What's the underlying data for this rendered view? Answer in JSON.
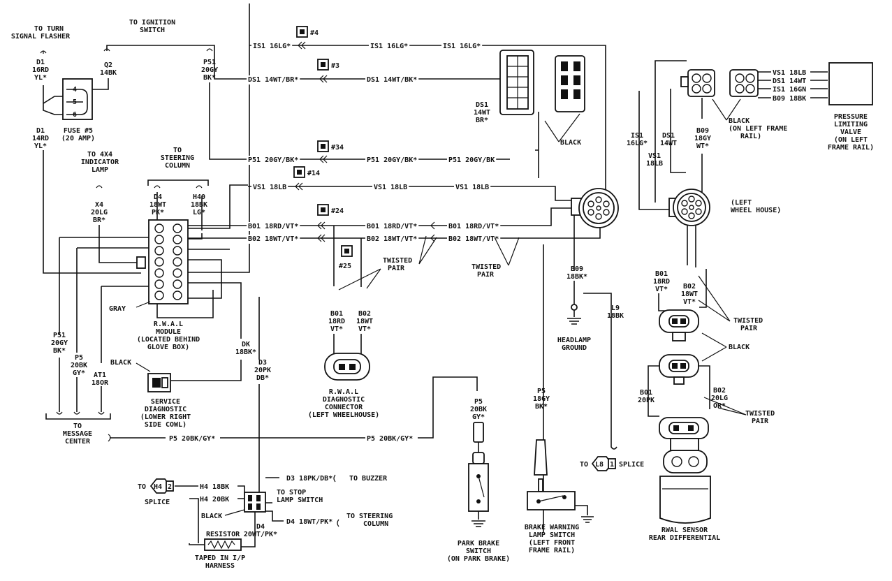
{
  "top": {
    "turn_signal": [
      "TO TURN",
      "SIGNAL FLASHER"
    ],
    "ignition": [
      "TO IGNITION",
      "SWITCH"
    ],
    "d1_top": [
      "D1",
      "16RD",
      "YL*"
    ],
    "q2": [
      "Q2",
      "14BK"
    ],
    "p51_top": [
      "P51",
      "20GY",
      "BK*"
    ],
    "fuse": [
      "FUSE #5",
      "(20 AMP)"
    ],
    "fuse_pins": [
      "4",
      "5",
      "6"
    ],
    "d1_bottom": [
      "D1",
      "14RD",
      "YL*"
    ],
    "indicator": [
      "TO 4X4",
      "INDICATOR",
      "LAMP"
    ],
    "steering_col": [
      "TO",
      "STEERING",
      "COLUMN"
    ],
    "x4": [
      "X4",
      "20LG",
      "BR*"
    ],
    "d4_top": [
      "D4",
      "18WT",
      "PK*"
    ],
    "h40": [
      "H40",
      "18BK",
      "LG*"
    ]
  },
  "center": {
    "w_is1_a": "IS1 16LG*",
    "w_is1_b": "IS1 16LG*",
    "w_is1_c": "IS1 16LG*",
    "c4": "#4",
    "w_ds1_a": "DS1 14WT/BR*",
    "w_ds1_b": "DS1 14WT/BK*",
    "c3": "#3",
    "ds1_drop": [
      "DS1",
      "14WT",
      "BR*"
    ],
    "black_conn": "BLACK",
    "w_p51_a": "P51 20GY/BK*",
    "w_p51_b": "P51 20GY/BK*",
    "w_p51_c": "P51 20GY/BK",
    "c34": "#34",
    "c14": "#14",
    "w_vs1_a": "VS1 18LB",
    "w_vs1_b": "VS1 18LB",
    "w_vs1_c": "VS1 18LB",
    "c24": "#24",
    "w_b01_a": "B01 18RD/VT*",
    "w_b01_b": "B01 18RD/VT*",
    "w_b01_c": "B01 18RD/VT*",
    "w_b02_a": "B02 18WT/VT*",
    "w_b02_b": "B02 18WT/VT*",
    "w_b02_c": "B02 18WT/VT*",
    "c25": "#25",
    "twisted_a": [
      "TWISTED",
      "PAIR"
    ],
    "twisted_b": [
      "TWISTED",
      "PAIR"
    ],
    "b01_diag": [
      "B01",
      "18RD",
      "VT*"
    ],
    "b02_diag": [
      "B02",
      "18WT",
      "VT*"
    ],
    "rwal_diag": [
      "R.W.A.L",
      "DIAGNOSTIC",
      "CONNECTOR",
      "(LEFT WHEELHOUSE)"
    ],
    "b09": [
      "B09",
      "18BK*"
    ],
    "l9": [
      "L9",
      "18BK"
    ],
    "headlamp": [
      "HEADLAMP",
      "GROUND"
    ]
  },
  "left": {
    "gray": "GRAY",
    "rwal_module": [
      "R.W.A.L",
      "MODULE",
      "(LOCATED BEHIND",
      "GLOVE BOX)"
    ],
    "dk": [
      "DK",
      "18BK*"
    ],
    "black_service": "BLACK",
    "service": [
      "SERVICE",
      "DIAGNOSTIC",
      "(LOWER RIGHT",
      "SIDE COWL)"
    ],
    "d3": [
      "D3",
      "20PK",
      "DB*"
    ],
    "p51_left": [
      "P51",
      "20GY",
      "BK*"
    ],
    "p5_left": [
      "P5",
      "20BK",
      "GY*"
    ],
    "at1": [
      "AT1",
      "18OR"
    ],
    "message": [
      "TO",
      "MESSAGE",
      "CENTER"
    ],
    "w_p5_a": "P5 20BK/GY*",
    "w_p5_b": "P5 20BK/GY*"
  },
  "bottom": {
    "d3_buzzer": "D3 18PK/DB*",
    "to_buzzer": "TO BUZZER",
    "to_label": "TO",
    "h4_tag": "H4",
    "h4_num": "2",
    "h4_18bk": "H4 18BK",
    "splice_left": "SPLICE",
    "h4_20bk": "H4 20BK",
    "stop_lamp": [
      "TO STOP",
      "LAMP SWITCH"
    ],
    "black_stop": "BLACK",
    "d4_steering": "D4 18WT/PK*",
    "to_steering": [
      "TO STEERING",
      "COLUMN"
    ],
    "d4_bottom": [
      "D4",
      "20WT/PK*"
    ],
    "resistor": "RESISTOR",
    "taped": [
      "TAPED IN I/P",
      "HARNESS"
    ],
    "p5_park": [
      "P5",
      "20BK",
      "GY*"
    ],
    "park_brake": [
      "PARK BRAKE",
      "SWITCH",
      "(ON PARK BRAKE)"
    ],
    "p5_warn": [
      "P5",
      "18GY",
      "BK*"
    ],
    "brake_warn": [
      "BRAKE WARNING",
      "LAMP SWITCH",
      "(LEFT FRONT",
      "FRAME RAIL)"
    ],
    "to_l8": "TO",
    "l8_tag": "L8",
    "l8_num": "1",
    "splice_right": "SPLICE"
  },
  "right": {
    "w_vs1": "VS1 18LB",
    "w_ds1": "DS1 14WT",
    "w_is1": "IS1 16GN",
    "w_b09": "B09 18BK",
    "pressure": [
      "PRESSURE",
      "LIMITING",
      "VALVE",
      "(ON LEFT",
      "FRAME RAIL)"
    ],
    "black_frame": [
      "BLACK",
      "(ON LEFT FRAME",
      "RAIL)"
    ],
    "is1_v": [
      "IS1",
      "16LG*"
    ],
    "ds1_v": [
      "DS1",
      "14WT"
    ],
    "b09_v": [
      "B09",
      "18GY",
      "WT*"
    ],
    "vs1_v": [
      "VS1",
      "18LB"
    ],
    "wheel_house": [
      "(LEFT",
      "WHEEL HOUSE)"
    ],
    "b01_r": [
      "B01",
      "18RD",
      "VT*"
    ],
    "b02_r": [
      "B02",
      "18WT",
      "VT*"
    ],
    "twisted_r1": [
      "TWISTED",
      "PAIR"
    ],
    "black_r": "BLACK",
    "b01_r2": [
      "B01",
      "20PK"
    ],
    "b02_r2": [
      "B02",
      "20LG",
      "OR*"
    ],
    "twisted_r2": [
      "TWISTED",
      "PAIR"
    ],
    "sensor": [
      "RWAL SENSOR",
      "REAR DIFFERENTIAL"
    ]
  }
}
